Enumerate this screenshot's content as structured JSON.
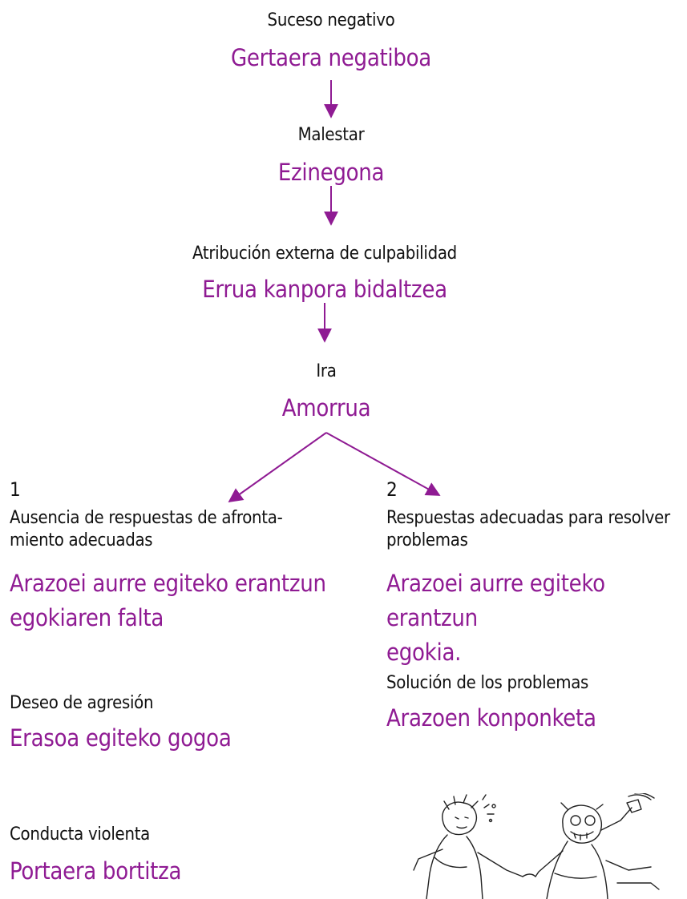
{
  "top": {
    "es": "Suceso negativo",
    "eu": "Gertaera negatiboa"
  },
  "step2": {
    "es": "Malestar",
    "eu": "Ezinegona"
  },
  "step3": {
    "es": "Atribución externa de culpabilidad",
    "eu": "Errua kanpora bidaltzea"
  },
  "step4": {
    "es": "Ira",
    "eu": "Amorrua"
  },
  "branch1": {
    "number": "1",
    "es": "Ausencia de respuestas de afronta-\nmiento adecuadas",
    "eu": "Arazoei aurre egiteko erantzun\negokiaren falta",
    "next_es": "Deseo de agresión",
    "next_eu": "Erasoa egiteko gogoa",
    "final_es": "Conducta violenta",
    "final_eu": "Portaera bortitza"
  },
  "branch2": {
    "number": "2",
    "es": "Respuestas adecuadas para resolver\nproblemas",
    "eu": "Arazoei aurre egiteko erantzun\negokia.",
    "next_es": "Solución de los problemas",
    "next_eu": "Arazoen konponketa"
  },
  "colors": {
    "basque_text": "#8f1b93",
    "spanish_text": "#111111",
    "arrow": "#8f1b93"
  },
  "image": {
    "icon": "cartoon-two-people-illustration"
  }
}
